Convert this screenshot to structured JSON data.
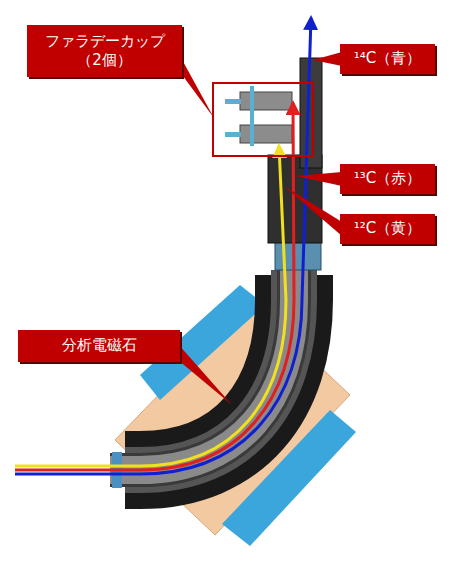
{
  "diagram": {
    "nodes": [
      {
        "text": [
          "ファラデーカップ （2個）"
        ]
      },
      {
        "text": [
          "¹⁴C（青）"
        ]
      },
      {
        "text": [
          "¹³C（赤）"
        ]
      },
      {
        "text": [
          "¹²C（黄）"
        ]
      },
      {
        "text": [
          "分析電磁石"
        ]
      }
    ]
  }
}
